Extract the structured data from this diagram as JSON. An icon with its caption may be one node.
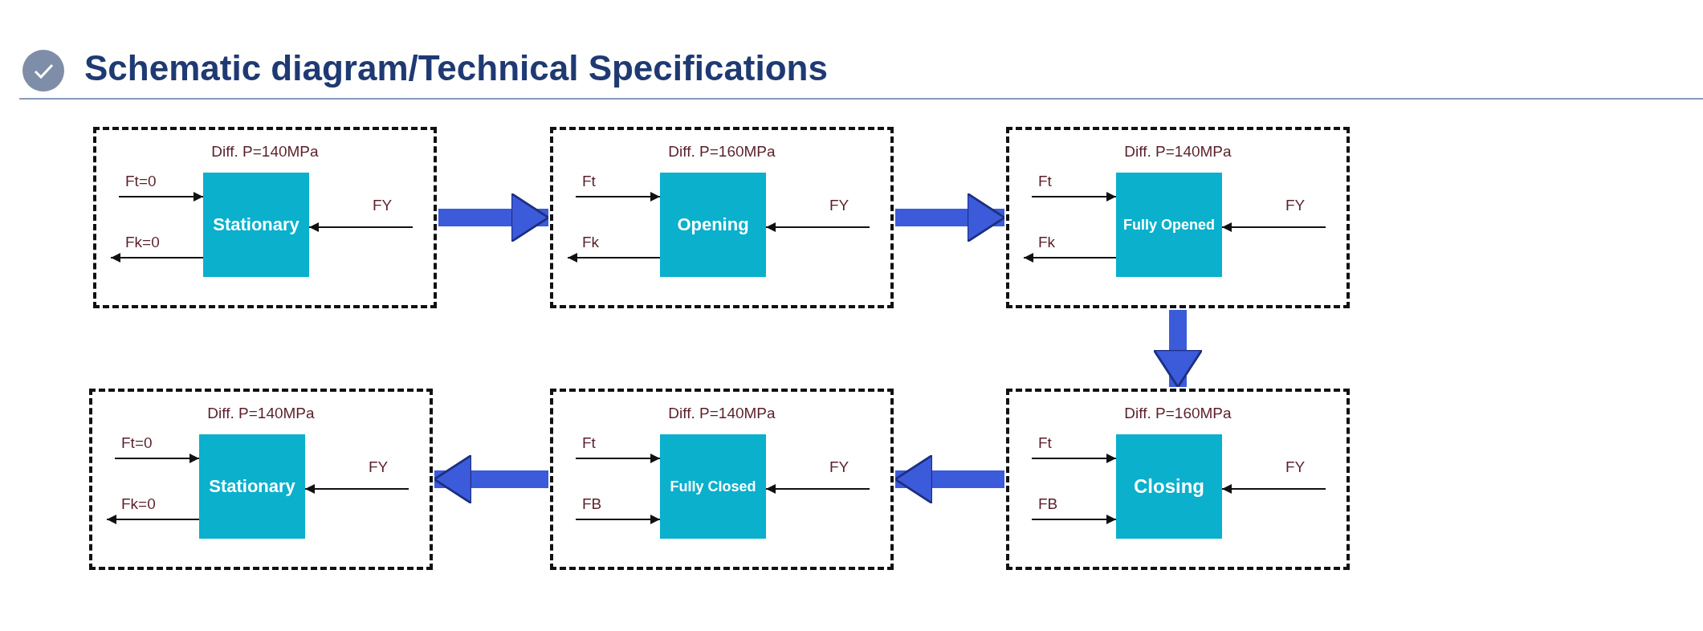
{
  "diagram": {
    "title": "Schematic diagram/Technical Specifications",
    "nodes": [
      {
        "text": [
          "Diff. P=140MPa"
        ]
      },
      {
        "text": [
          "Stationary"
        ],
        "in": 0
      },
      {
        "text": [
          "Diff. P=160MPa"
        ]
      },
      {
        "text": [
          "Opening"
        ],
        "in": 2
      },
      {
        "text": [
          "Diff. P=140MPa"
        ]
      },
      {
        "text": [
          "Fully Opened"
        ],
        "in": 4
      },
      {
        "text": [
          "Diff. P=140MPa"
        ]
      },
      {
        "text": [
          "Stationary"
        ],
        "in": 6
      },
      {
        "text": [
          "Diff. P=140MPa"
        ]
      },
      {
        "text": [
          "Fully Closed"
        ],
        "in": 8
      },
      {
        "text": [
          "Diff. P=160MPa"
        ]
      },
      {
        "text": [
          "Closing"
        ],
        "in": 10
      }
    ],
    "edges": [
      {
        "from": 0,
        "to": 2,
        "arrow": "to",
        "style": "thick",
        "color": "#3b5bdb"
      },
      {
        "from": 2,
        "to": 4,
        "arrow": "to",
        "style": "thick",
        "color": "#3b5bdb"
      },
      {
        "from": 4,
        "to": 10,
        "arrow": "to",
        "style": "thick",
        "color": "#3b5bdb"
      },
      {
        "from": 10,
        "to": 8,
        "arrow": "to",
        "style": "thick",
        "color": "#3b5bdb"
      },
      {
        "from": 8,
        "to": 6,
        "arrow": "to",
        "style": "thick",
        "color": "#3b5bdb"
      },
      {
        "from": null,
        "to": 1,
        "arrow": "to",
        "label": "Ft=0"
      },
      {
        "from": 1,
        "to": null,
        "arrow": "to",
        "label": "Fk=0"
      },
      {
        "from": null,
        "to": 1,
        "arrow": "to",
        "label": "FY"
      },
      {
        "from": null,
        "to": 3,
        "arrow": "to",
        "label": "Ft"
      },
      {
        "from": 3,
        "to": null,
        "arrow": "to",
        "label": "Fk"
      },
      {
        "from": null,
        "to": 3,
        "arrow": "to",
        "label": "FY"
      },
      {
        "from": null,
        "to": 5,
        "arrow": "to",
        "label": "Ft"
      },
      {
        "from": 5,
        "to": null,
        "arrow": "to",
        "label": "Fk"
      },
      {
        "from": null,
        "to": 5,
        "arrow": "to",
        "label": "FY"
      },
      {
        "from": null,
        "to": 7,
        "arrow": "to",
        "label": "Ft=0"
      },
      {
        "from": 7,
        "to": null,
        "arrow": "to",
        "label": "Fk=0"
      },
      {
        "from": null,
        "to": 7,
        "arrow": "to",
        "label": "FY"
      },
      {
        "from": null,
        "to": 9,
        "arrow": "to",
        "label": "Ft"
      },
      {
        "from": null,
        "to": 9,
        "arrow": "to",
        "label": "FB"
      },
      {
        "from": null,
        "to": 9,
        "arrow": "to",
        "label": "FY"
      },
      {
        "from": null,
        "to": 11,
        "arrow": "to",
        "label": "Ft"
      },
      {
        "from": null,
        "to": 11,
        "arrow": "to",
        "label": "FB"
      },
      {
        "from": null,
        "to": 11,
        "arrow": "to",
        "label": "FY"
      }
    ]
  }
}
